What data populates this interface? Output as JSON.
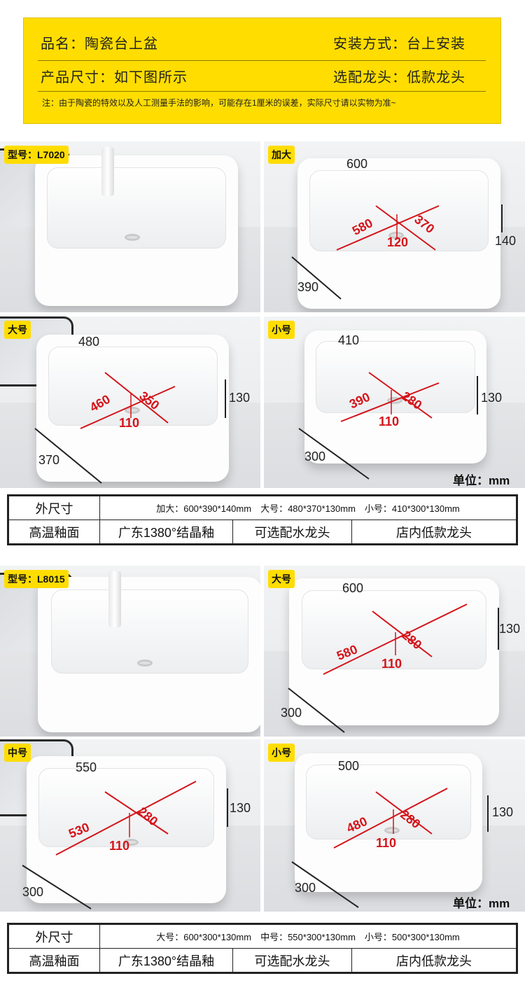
{
  "banner": {
    "name_label": "品名：陶瓷台上盆",
    "install_label": "安装方式：台上安装",
    "size_label": "产品尺寸：如下图所示",
    "faucet_label": "选配龙头：低款龙头",
    "note": "注：由于陶瓷的特效以及人工测量手法的影响，可能存在1厘米的误差，实际尺寸请以实物为准~"
  },
  "group1": {
    "model_tag": "型号：L7020",
    "panels": [
      {
        "tag": "加大",
        "width": "600",
        "depth": "390",
        "height": "140",
        "diag_a": "580",
        "diag_b": "370",
        "drain": "120"
      },
      {
        "tag": "大号",
        "width": "480",
        "depth": "370",
        "height": "130",
        "diag_a": "460",
        "diag_b": "350",
        "drain": "110"
      },
      {
        "tag": "小号",
        "width": "410",
        "depth": "300",
        "height": "130",
        "diag_a": "390",
        "diag_b": "280",
        "drain": "110"
      }
    ],
    "unit": "单位：mm",
    "spec": {
      "row1_label": "外尺寸",
      "row1_values": "加大：600*390*140mm　大号：480*370*130mm　小号：410*300*130mm",
      "row2_label": "高温釉面",
      "row2_c1": "广东1380°结晶釉",
      "row2_c2": "可选配水龙头",
      "row2_c3": "店内低款龙头"
    }
  },
  "group2": {
    "model_tag": "型号：L8015",
    "panels": [
      {
        "tag": "大号",
        "width": "600",
        "depth": "300",
        "height": "130",
        "diag_a": "580",
        "diag_b": "280",
        "drain": "110"
      },
      {
        "tag": "中号",
        "width": "550",
        "depth": "300",
        "height": "130",
        "diag_a": "530",
        "diag_b": "280",
        "drain": "110"
      },
      {
        "tag": "小号",
        "width": "500",
        "depth": "300",
        "height": "130",
        "diag_a": "480",
        "diag_b": "280",
        "drain": "110"
      }
    ],
    "unit": "单位：mm",
    "spec": {
      "row1_label": "外尺寸",
      "row1_values": "大号：600*300*130mm　中号：550*300*130mm　小号：500*300*130mm",
      "row2_label": "高温釉面",
      "row2_c1": "广东1380°结晶釉",
      "row2_c2": "可选配水龙头",
      "row2_c3": "店内低款龙头"
    }
  }
}
